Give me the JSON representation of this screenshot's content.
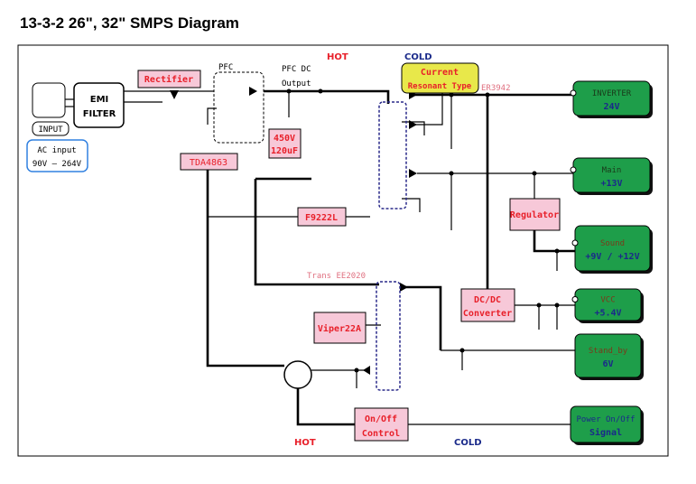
{
  "title": "13-3-2 26\", 32\"  SMPS Diagram",
  "labels": {
    "hot_top": "HOT",
    "cold_top": "COLD",
    "hot_bottom": "HOT",
    "cold_bottom": "COLD",
    "pfc": "PFC",
    "pfc_dc_1": "PFC DC",
    "pfc_dc_2": "Output",
    "er3942": "ER3942",
    "trans_ee2020": "Trans EE2020",
    "input": "INPUT",
    "ac_input_1": "AC input",
    "ac_input_2": "90V – 264V"
  },
  "blocks": {
    "emi_1": "EMI",
    "emi_2": "FILTER",
    "rectifier": "Rectifier",
    "cap_1": "450V",
    "cap_2": "120uF",
    "tda": "TDA4863",
    "f9222l": "F9222L",
    "resonant_1": "Current",
    "resonant_2": "Resonant Type",
    "regulator": "Regulator",
    "dcdc_1": "DC/DC",
    "dcdc_2": "Converter",
    "viper": "Viper22A",
    "onoff_1": "On/Off",
    "onoff_2": "Control"
  },
  "outputs": [
    {
      "name": "INVERTER",
      "value": "24V"
    },
    {
      "name": "Main",
      "value": "+13V"
    },
    {
      "name": "Sound",
      "value": "+9V / +12V"
    },
    {
      "name": "VCC",
      "value": "+5.4V"
    },
    {
      "name": "Stand_by",
      "value": "6V"
    },
    {
      "name": "Power On/Off",
      "value": "Signal"
    }
  ],
  "colors": {
    "hot": "#e8202a",
    "cold": "#1a2a8a",
    "output_fill": "#1e9e4a",
    "block_fill": "#f7c8d8",
    "resonant_fill": "#e8e84a"
  }
}
